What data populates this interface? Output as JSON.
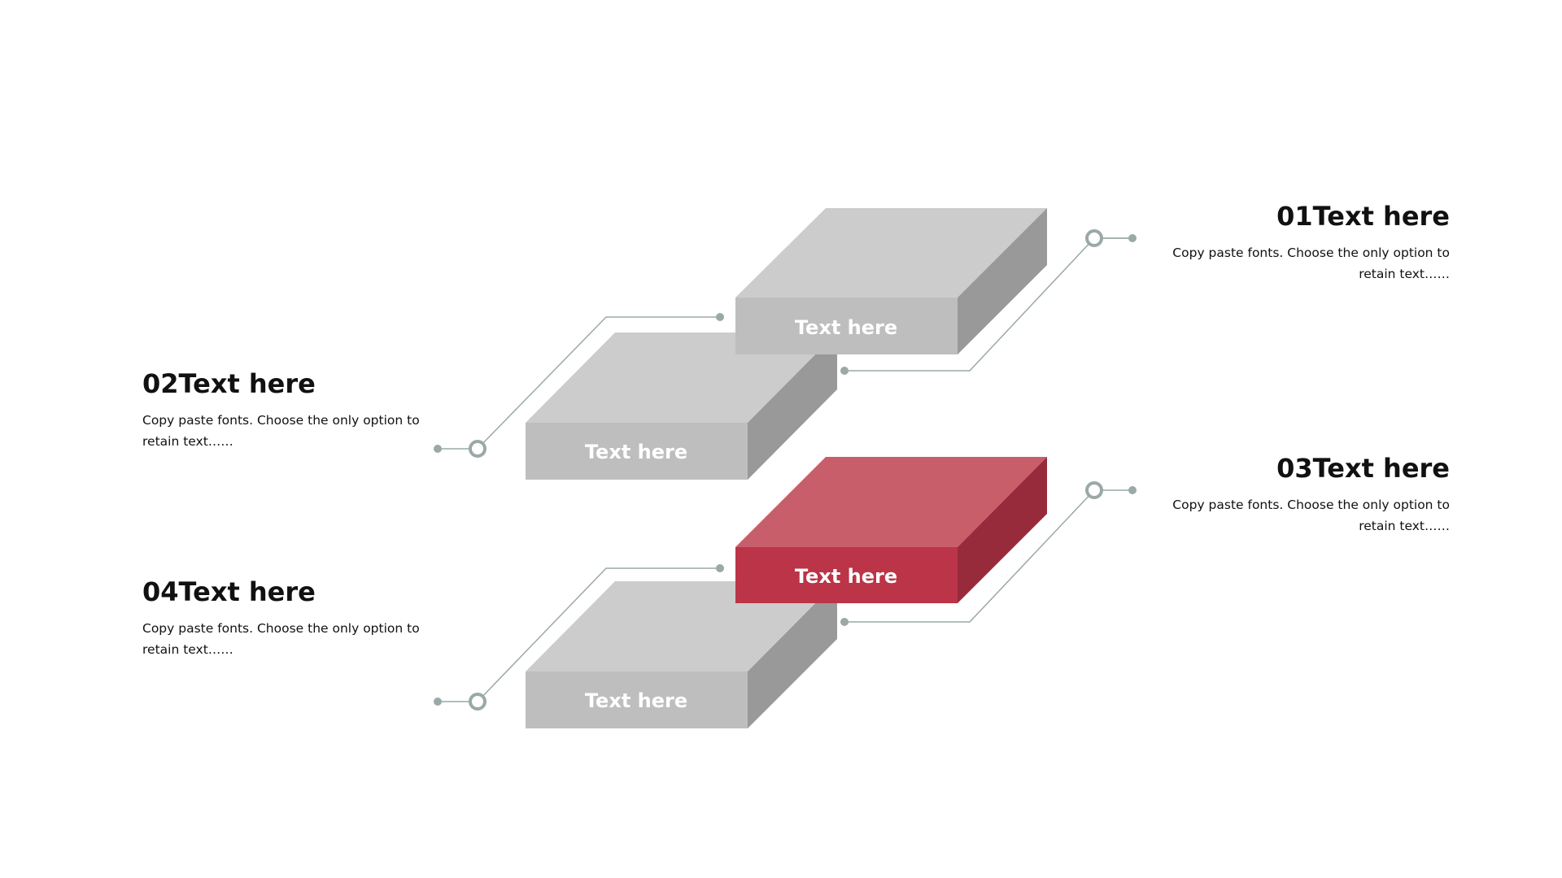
{
  "colors": {
    "box_top": "#cccccc",
    "box_front": "#bebebe",
    "box_side": "#999999",
    "accent_top": "#c95e6b",
    "accent_front": "#bb3447",
    "accent_side": "#972b3b",
    "connector": "#9aa9a8",
    "box_label": "#ffffff"
  },
  "boxes": [
    {
      "id": "box-1",
      "label": "Text here",
      "highlighted": false
    },
    {
      "id": "box-2",
      "label": "Text here",
      "highlighted": false
    },
    {
      "id": "box-3",
      "label": "Text here",
      "highlighted": true
    },
    {
      "id": "box-4",
      "label": "Text here",
      "highlighted": false
    }
  ],
  "items": [
    {
      "title": "01Text here",
      "description": "Copy paste fonts. Choose the only option to retain text……"
    },
    {
      "title": "02Text here",
      "description": "Copy paste fonts. Choose the only option to retain text……"
    },
    {
      "title": "03Text here",
      "description": "Copy paste fonts. Choose the only option to retain text……"
    },
    {
      "title": "04Text here",
      "description": "Copy paste fonts. Choose the only option to retain text……"
    }
  ]
}
